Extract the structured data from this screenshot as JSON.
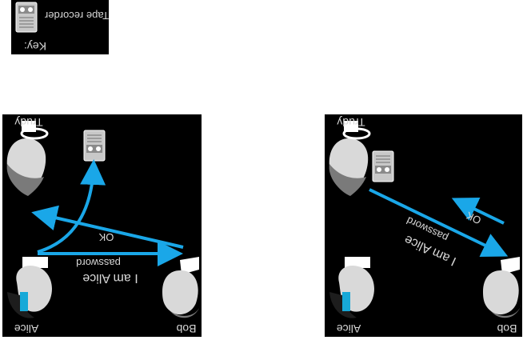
{
  "key": {
    "label": "Key:",
    "recorder_label": "Tape recorder"
  },
  "left_scenario": {
    "actors": {
      "trudy": "Trudy",
      "alice": "Alice",
      "bob": "Bob"
    },
    "messages": {
      "claim": "I am Alice",
      "password": "password",
      "ok": "OK"
    }
  },
  "right_scenario": {
    "actors": {
      "trudy": "Trudy",
      "alice": "Alice",
      "bob": "Bob"
    },
    "messages": {
      "claim": "I am Alice",
      "password": "password",
      "ok": "OK"
    }
  },
  "colors": {
    "panel_background": "#000000",
    "arrow": "#1aa7e8",
    "recorder": "#c8c8c8",
    "text": "#d8d8d8"
  }
}
